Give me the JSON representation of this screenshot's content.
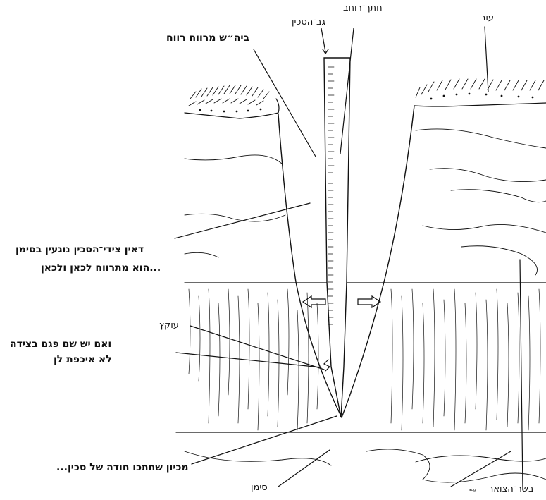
{
  "labels": {
    "knife_back": "גב־הסכין",
    "wide_cut": "חתך־רוחב",
    "skin": "עור",
    "ample_room": "ביה״ש מרווח רווח",
    "sides_line1": "דאין צידי־הסכין נוגעין בסימן",
    "sides_line2": "...הוא מתרווח לכאן ולכאן",
    "okets": "עוקץ",
    "notch_line1": "ואם יש שם פגם בצידה",
    "notch_line2": "לא איכפת לן",
    "sharp_edge": "מכיון שחתכו חודה של סכין...",
    "siman": "סימן",
    "neck_flesh": "בשר־הצואר",
    "signature": "ᵃᶜᵍ"
  },
  "colors": {
    "ink": "#111111",
    "paper": "#ffffff"
  }
}
